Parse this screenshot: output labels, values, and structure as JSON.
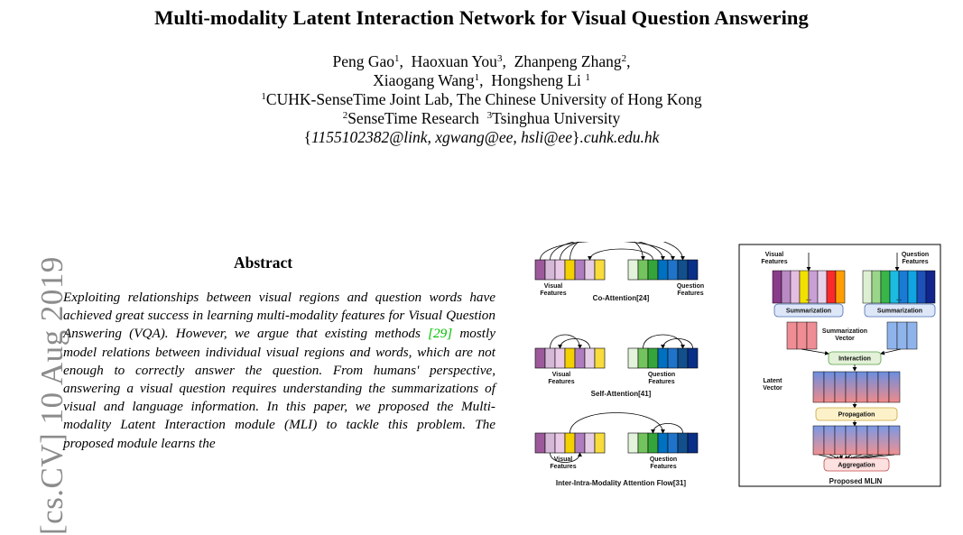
{
  "paper": {
    "title": "Multi-modality Latent Interaction Network for Visual Question Answering",
    "authors_line1": [
      {
        "name": "Peng Gao",
        "sup": "1"
      },
      {
        "name": "Haoxuan You",
        "sup": "3"
      },
      {
        "name": "Zhanpeng Zhang",
        "sup": "2"
      }
    ],
    "authors_line2": [
      {
        "name": "Xiaogang Wang",
        "sup": "1"
      },
      {
        "name": "Hongsheng Li",
        "sup": "1"
      }
    ],
    "affiliation1": {
      "sup": "1",
      "text": "CUHK-SenseTime Joint Lab, The Chinese University of Hong Kong"
    },
    "affiliation2": {
      "sup1": "2",
      "text1": "SenseTime Research",
      "sup2": "3",
      "text2": "Tsinghua University"
    },
    "email": {
      "open": "{",
      "users": "1155102382@link, xgwang@ee, hsli@ee",
      "close": "}",
      "domain": ".cuhk.edu.hk"
    },
    "arxiv_stamp": "[cs.CV]  10 Aug 2019"
  },
  "abstract": {
    "heading": "Abstract",
    "text_before_ref": "Exploiting relationships between visual regions and question words have achieved great success in learning multi-modality features for Visual Question Answering (VQA). However, we argue that existing methods ",
    "ref": "[29]",
    "text_after_ref": " mostly model relations between individual visual regions and words, which are not enough to correctly answer the question. From humans' perspective, answering a visual question requires understanding the summarizations of visual and language information. In this paper, we proposed the Multi-modality Latent Interaction module (MLI) to tackle this problem. The proposed module learns the"
  },
  "figure_left": {
    "co_attention": {
      "caption": "Co-Attention[24]",
      "left_label": [
        "Visual",
        "Features"
      ],
      "right_label": [
        "Question",
        "Features"
      ]
    },
    "self_attention": {
      "caption": "Self-Attention[41]",
      "left_label": [
        "Visual",
        "Features"
      ],
      "right_label": [
        "Question",
        "Features"
      ]
    },
    "inter_intra": {
      "caption": "Inter-Intra-Modality Attention Flow[31]",
      "left_label": [
        "Visual",
        "Features"
      ],
      "right_label": [
        "Question",
        "Features"
      ]
    },
    "visual_colors": [
      "#9c5a9b",
      "#d5b8d8",
      "#e9c9e6",
      "#f3d000",
      "#b07cc0",
      "#e6cde6",
      "#f8dc3c"
    ],
    "question_colors": [
      "#e4f4dc",
      "#74c45e",
      "#35a53b",
      "#0070c0",
      "#1f74c9",
      "#124f8c",
      "#0a2f86"
    ]
  },
  "figure_right": {
    "caption": "Proposed MLIN",
    "visual_label": [
      "Visual",
      "Features"
    ],
    "question_label": [
      "Question",
      "Features"
    ],
    "summarization": "Summarization",
    "summ_vector_label": [
      "Summarization",
      "Vector"
    ],
    "interaction": "Interaction",
    "latent_label": [
      "Latent",
      "Vector"
    ],
    "propagation": "Propagation",
    "aggregation": "Aggregation",
    "dots": "...",
    "visual_colors": [
      "#8a3b8a",
      "#b98ac4",
      "#e6bde2",
      "#f2e000",
      "#c8a0d6",
      "#e8d2ea",
      "#fa2a2a",
      "#ff9e00"
    ],
    "question_colors": [
      "#dcefd2",
      "#9ad68a",
      "#38b64a",
      "#1cbbe0",
      "#1a7bd6",
      "#10a5e2",
      "#1d50b8",
      "#12258c"
    ]
  }
}
